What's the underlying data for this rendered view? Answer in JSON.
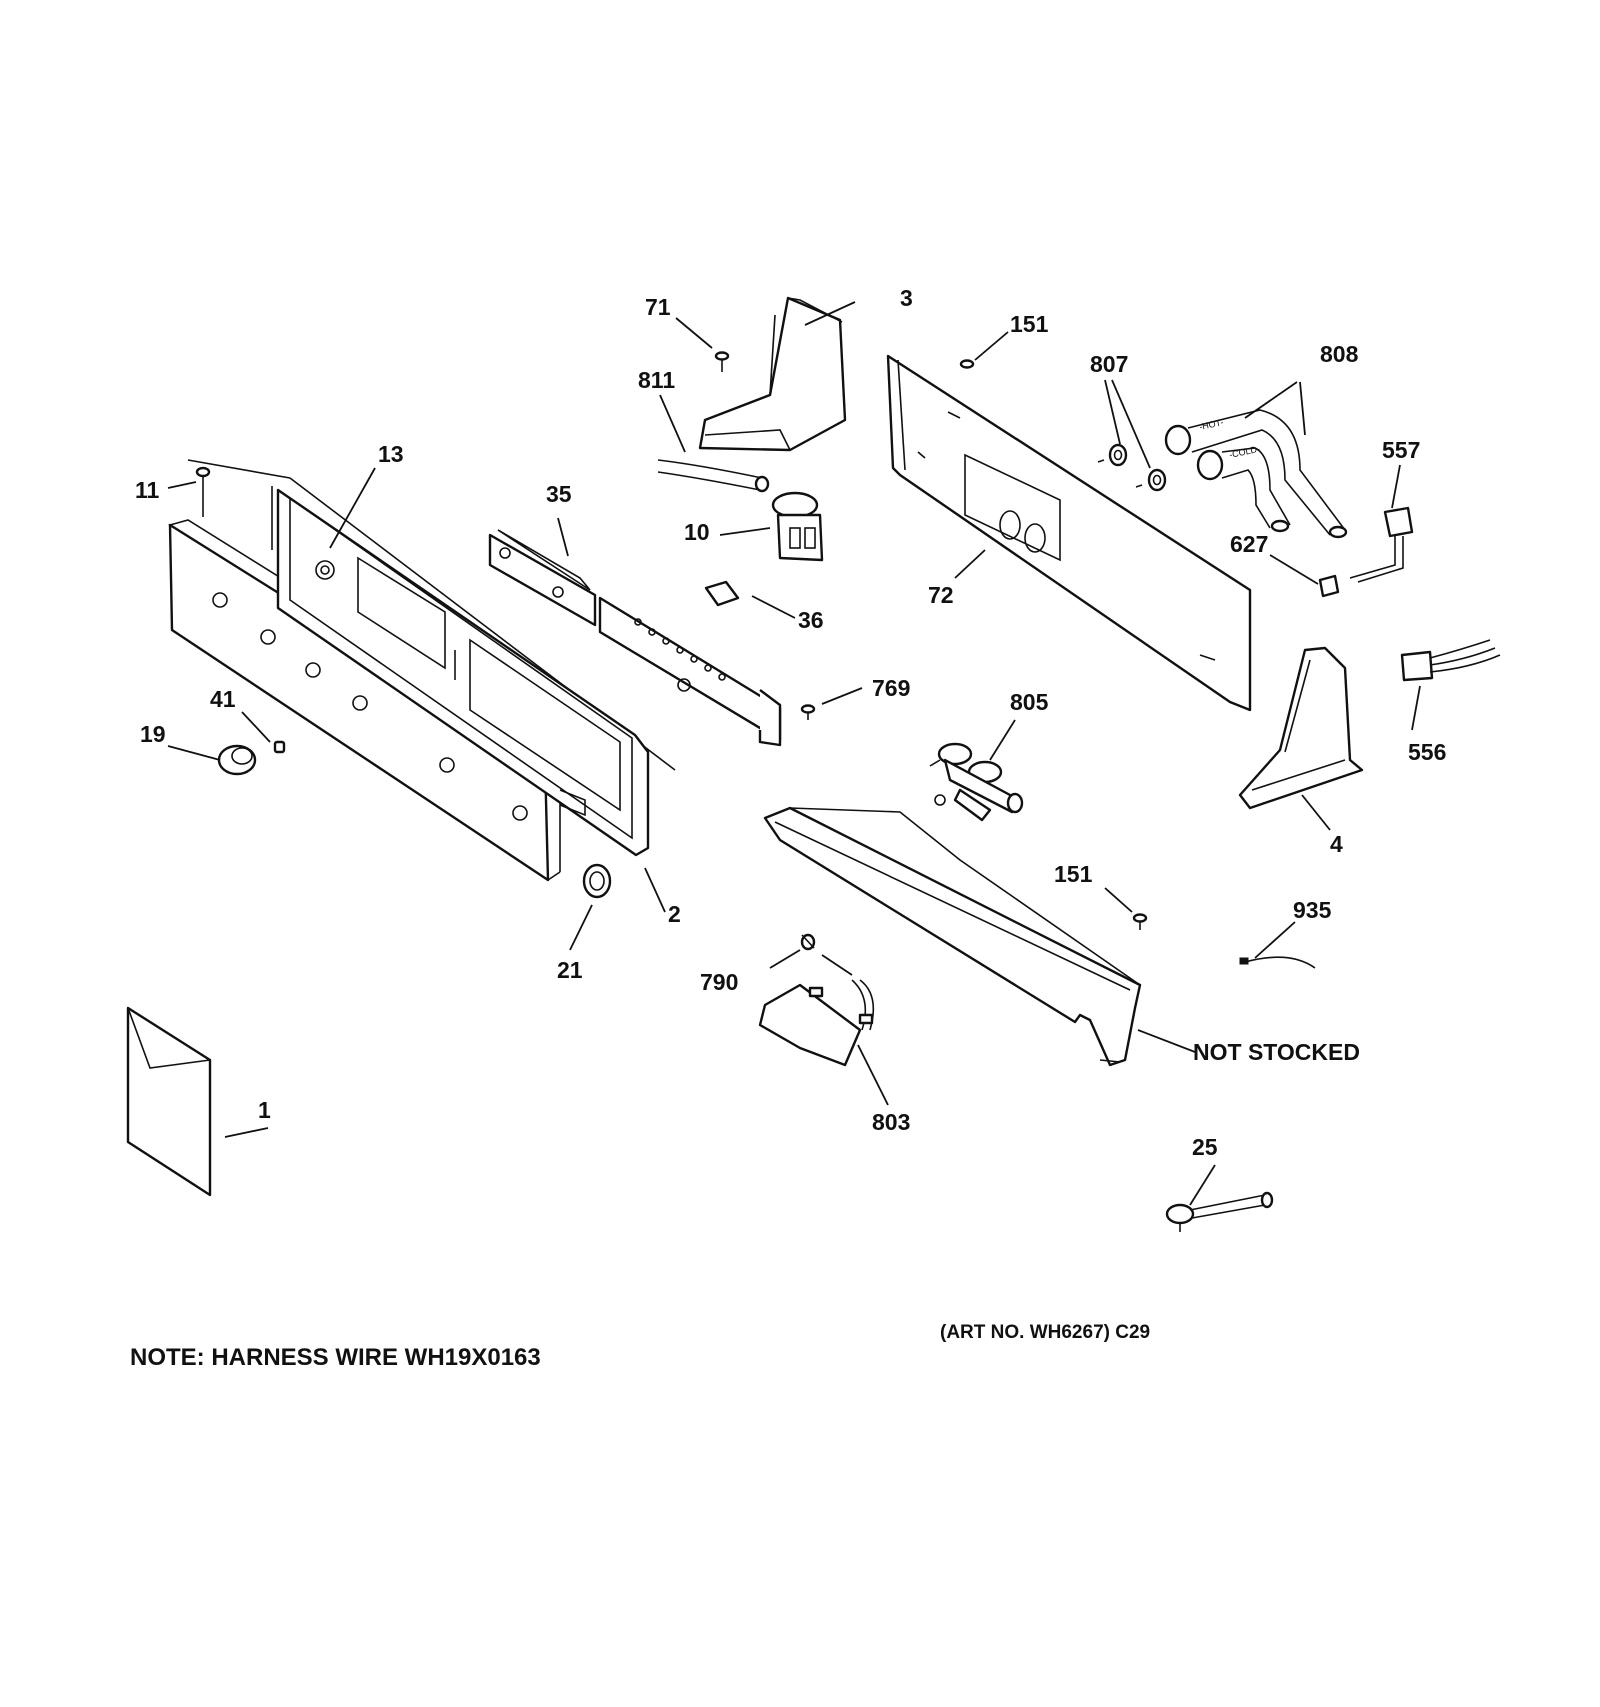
{
  "callouts": {
    "c1": "1",
    "c2": "2",
    "c3": "3",
    "c4": "4",
    "c10": "10",
    "c11": "11",
    "c13": "13",
    "c19": "19",
    "c21": "21",
    "c25": "25",
    "c35": "35",
    "c36": "36",
    "c41": "41",
    "c71": "71",
    "c72": "72",
    "c151a": "151",
    "c151b": "151",
    "c556": "556",
    "c557": "557",
    "c627": "627",
    "c769": "769",
    "c790": "790",
    "c803": "803",
    "c805": "805",
    "c807": "807",
    "c808": "808",
    "c811": "811",
    "c935": "935"
  },
  "hose_labels": {
    "hot": "-HOT-",
    "cold": "-COLD-"
  },
  "not_stocked": "NOT STOCKED",
  "note": "NOTE: HARNESS WIRE WH19X0163",
  "art_no": "(ART NO. WH6267) C29"
}
